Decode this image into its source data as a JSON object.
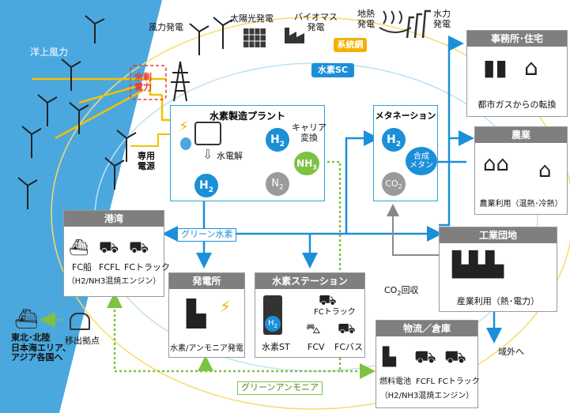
{
  "sources": {
    "offshore_wind": "洋上風力",
    "wind": "風力発電",
    "solar": "太陽光発電",
    "biomass": "バイオマス\n発電",
    "geothermal": "地熱\n発電",
    "hydro": "水力\n発電"
  },
  "grid_label": "系統網",
  "h2_sc_label": "水素SC",
  "surplus_power": "余剰\n電力",
  "dedicated_power": "専用\n電源",
  "plant": {
    "title": "水素製造プラント",
    "electrolysis": "水電解",
    "carrier": "キャリア\n変換",
    "h2": "H",
    "h2_sub": "2",
    "n2": "N",
    "n2_sub": "2",
    "nh3": "NH",
    "nh3_sub": "3"
  },
  "methanation": {
    "title": "メタネーション",
    "h2": "H",
    "h2_sub": "2",
    "co2": "CO",
    "co2_sub": "2",
    "synthetic_methane": "合成\nメタン"
  },
  "office": {
    "title": "事務所･住宅",
    "caption": "都市ガスからの転換"
  },
  "agri": {
    "title": "農業",
    "caption": "農業利用（温熱･冷熱）"
  },
  "industrial": {
    "title": "工業団地",
    "caption": "産業利用（熱･電力）"
  },
  "port": {
    "title": "港湾",
    "items": [
      "FC船",
      "FCFL",
      "FCトラック"
    ],
    "note": "（H2/NH3混焼エンジン）"
  },
  "power_station": {
    "title": "発電所",
    "caption": "水素/アンモニア発電"
  },
  "h2_station": {
    "title": "水素ステーション",
    "items": [
      "水素ST",
      "FCV",
      "FCトラック",
      "FCバス"
    ],
    "st_badge": "H",
    "st_badge_sub": "2"
  },
  "logistics": {
    "title": "物流／倉庫",
    "items": [
      "燃料電池",
      "FCFL",
      "FCトラック"
    ],
    "note": "（H2/NH3混焼エンジン）"
  },
  "green_h2": "グリーン水素",
  "green_nh3": "グリーンアンモニア",
  "co2_recovery": "CO",
  "co2_recovery_sub": "2",
  "co2_recovery_tail": "回収",
  "export_hub": "移出拠点",
  "export_dest": "東北･北陸\n日本海エリア、\nアジア各国へ",
  "outside_region": "域外へ",
  "colors": {
    "sea": "#4aa8de",
    "h2_blue": "#1b8fd8",
    "grid_yellow": "#f2c200",
    "ammonia_green": "#7dc242",
    "plant_border": "#29a3da",
    "box_header": "#7f7f7f",
    "surplus_red": "#e53935",
    "grid_badge": "#f2b100"
  }
}
